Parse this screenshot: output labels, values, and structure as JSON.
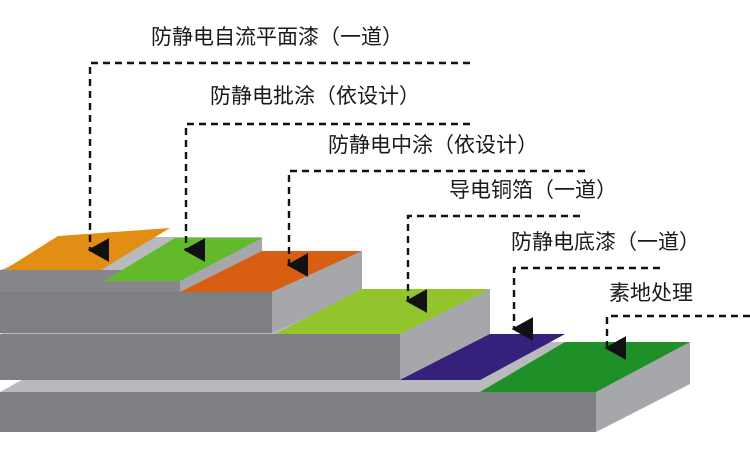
{
  "layers": [
    {
      "label": "防静电自流平面漆（一道）",
      "color": "#e28e14"
    },
    {
      "label": "防静电批涂（依设计）",
      "color": "#62b92a"
    },
    {
      "label": "防静电中涂（依设计）",
      "color": "#d85e12"
    },
    {
      "label": "导电铜箔（一道）",
      "color": "#92c42c"
    },
    {
      "label": "防静电底漆（一道）",
      "color": "#35207c"
    },
    {
      "label": "素地处理",
      "color": "#1f8f28"
    }
  ],
  "slab_colors": {
    "top": "#b9babd",
    "front": "#7e7f83",
    "side": "#a6a7ab"
  }
}
